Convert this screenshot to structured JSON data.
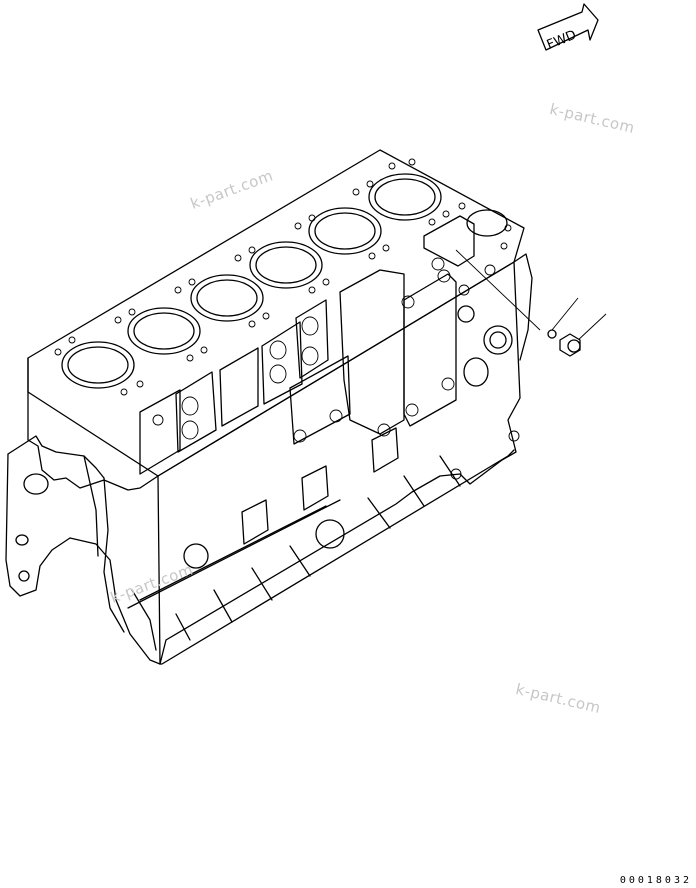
{
  "direction_arrow": {
    "label": "FWD"
  },
  "watermarks": [
    "k-part.com",
    "k-part.com",
    "k-part.com",
    "k-part.com"
  ],
  "drawing_number": "00018032",
  "callouts": [
    {
      "part": "o-ring",
      "icon": "o-ring-icon"
    },
    {
      "part": "plug",
      "icon": "plug-icon"
    }
  ]
}
